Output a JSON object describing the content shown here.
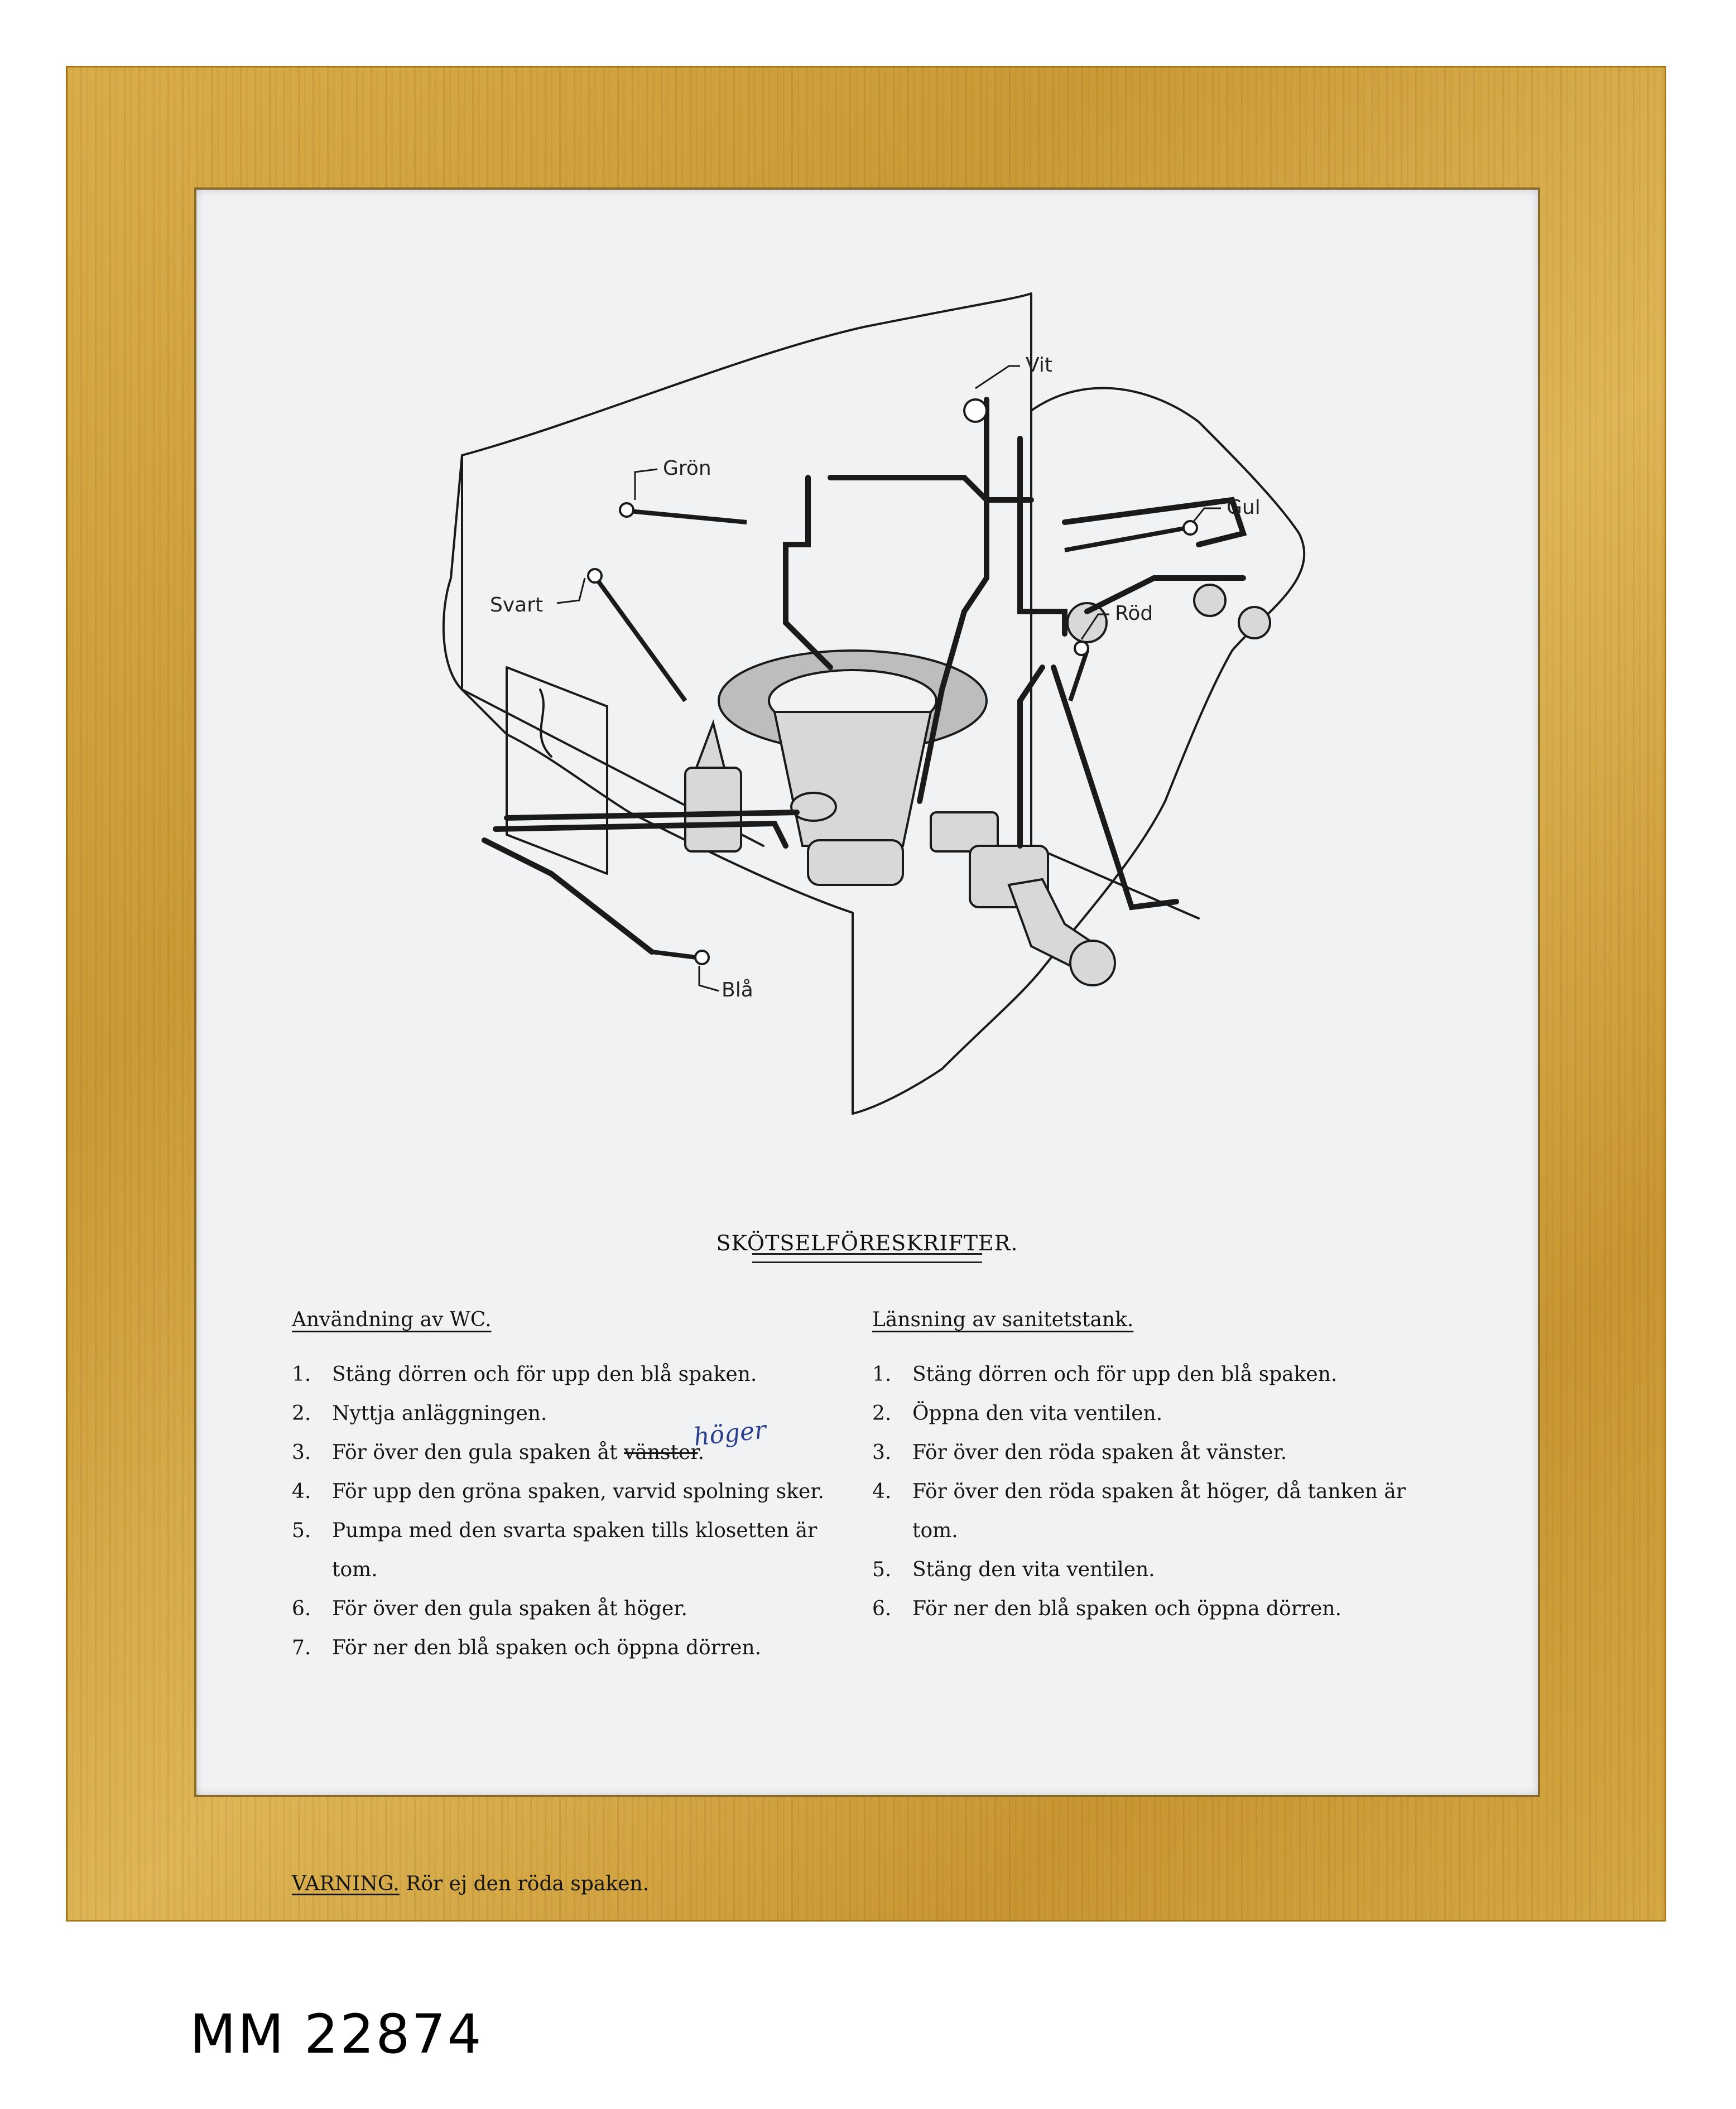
{
  "diagram": {
    "labels": {
      "gron": "Grön",
      "vit": "Vit",
      "gul": "Gul",
      "svart": "Svart",
      "rod": "Röd",
      "bla": "Blå"
    }
  },
  "document": {
    "title": "SKÖTSELFÖRESKRIFTER.",
    "left_column": {
      "heading": "Användning av WC.",
      "steps": [
        {
          "num": "1.",
          "text": "Stäng dörren och för upp den blå spaken."
        },
        {
          "num": "2.",
          "text": "Nyttja anläggningen."
        },
        {
          "num": "3.",
          "text_before": "För över den gula spaken åt",
          "struck": "vänster",
          "text_after": ".",
          "handwritten": "höger"
        },
        {
          "num": "4.",
          "text": "För upp den gröna spaken, varvid spolning sker."
        },
        {
          "num": "5.",
          "text": "Pumpa med den svarta spaken tills klosetten är tom."
        },
        {
          "num": "6.",
          "text": "För över den gula spaken åt höger."
        },
        {
          "num": "7.",
          "text": "För ner den blå spaken och öppna dörren."
        }
      ]
    },
    "right_column": {
      "heading": "Länsning av sanitetstank.",
      "steps": [
        {
          "num": "1.",
          "text": "Stäng dörren och för upp den blå spaken."
        },
        {
          "num": "2.",
          "text": "Öppna den vita ventilen."
        },
        {
          "num": "3.",
          "text": "För över den röda spaken åt vänster."
        },
        {
          "num": "4.",
          "text": "För över den röda spaken åt höger, då tanken är tom."
        },
        {
          "num": "5.",
          "text": "Stäng den vita ventilen."
        },
        {
          "num": "6.",
          "text": "För ner den blå spaken och öppna dörren."
        }
      ]
    },
    "warning": {
      "label": "VARNING.",
      "text": "Rör ej den röda spaken."
    }
  },
  "catalog_number": "MM 22874",
  "colors": {
    "frame": "#d2a440",
    "paper": "#f1f2f3",
    "handwriting": "#2a3f8f"
  }
}
